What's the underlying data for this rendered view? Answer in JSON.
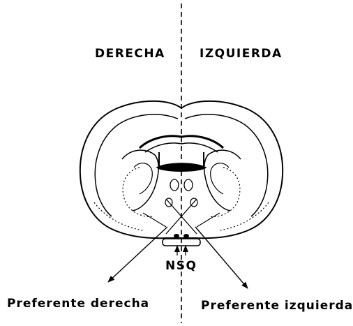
{
  "labels": {
    "right_hemisphere": "DERECHA",
    "left_hemisphere": "IZQUIERDA",
    "nucleus": "NSQ",
    "preference_right": "Preferente derecha",
    "preference_left": "Preferente izquierda"
  },
  "colors": {
    "ink": "#000000",
    "background": "#ffffff"
  }
}
